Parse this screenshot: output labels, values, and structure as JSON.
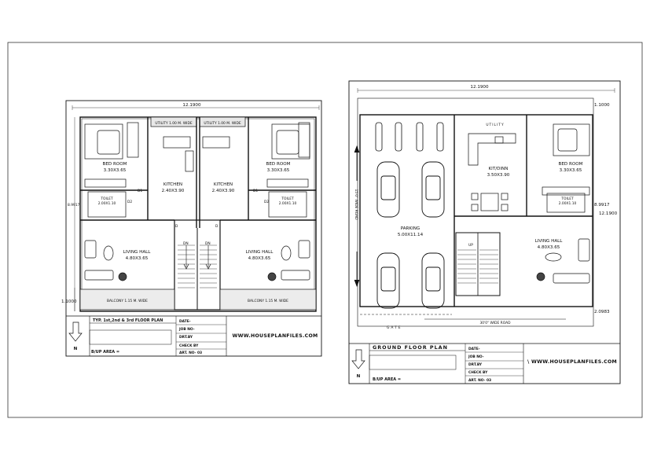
{
  "left_plan": {
    "dims": {
      "width": "12.1900",
      "height": "8.9917",
      "balcony_depth": "1.1000"
    },
    "rooms": {
      "utility_l": "UTILITY 1.00 M. WIDE",
      "utility_r": "UTILITY 1.00 M. WIDE",
      "bed_l_name": "BED ROOM",
      "bed_l_size": "3.30X3.65",
      "bed_r_name": "BED ROOM",
      "bed_r_size": "3.30X3.65",
      "kit_l_name": "KITCHEN",
      "kit_l_size": "2.40X3.90",
      "kit_r_name": "KITCHEN",
      "kit_r_size": "2.40X3.90",
      "toilet_l_name": "TOILET",
      "toilet_l_size": "2.00X1.10",
      "toilet_r_name": "TOILET",
      "toilet_r_size": "2.00X1.10",
      "living_l_name": "LIVING HALL",
      "living_l_size": "4.80X3.65",
      "living_r_name": "LIVING HALL",
      "living_r_size": "4.80X3.65",
      "balcony_l": "BALCONY 1.15 M. WIDE",
      "balcony_r": "BALCONY 1.15 M. WIDE",
      "door_d1": "D1",
      "door_d2": "D2",
      "door_d": "D",
      "dn": "DN"
    },
    "title_block": {
      "plan_title": "TYP. 1st,2nd & 3rd FLOOR PLAN",
      "date": "DATE-",
      "job_no": "JOB NO-",
      "drawn_by": "DRT.BY",
      "checked_by": "CHECK BY",
      "art_no": "ART. NO- 03",
      "area": "B/UP AREA =",
      "url": "WWW.HOUSEPLANFILES.COM",
      "north": "N"
    }
  },
  "right_plan": {
    "dims": {
      "width": "12.1900",
      "top_offset": "1.1000",
      "side_a": "8.9917",
      "side_b": "12.1900",
      "bottom_offset": "2.0983"
    },
    "rooms": {
      "utility": "UTILITY",
      "kitdin_name": "KIT/DINN",
      "kitdin_size": "3.50X3.90",
      "bed_name": "BED ROOM",
      "bed_size": "3.30X3.65",
      "toilet_name": "TOILET",
      "toilet_size": "2.00X1.10",
      "parking_name": "PARKING",
      "parking_size": "5.00X11.14",
      "living_name": "LIVING HALL",
      "living_size": "4.80X3.65",
      "gate": "GATE",
      "road_side": "15'0\" WIDE ROAD",
      "road_bottom": "30'0\" WIDE ROAD",
      "up": "UP"
    },
    "title_block": {
      "plan_title": "GROUND FLOOR PLAN",
      "date": "DATE-",
      "job_no": "JOB NO-",
      "drawn_by": "DRT.BY",
      "checked_by": "CHECK BY",
      "art_no": "ART. NO- 03",
      "area": "B/UP AREA =",
      "url": "\\ WWW.HOUSEPLANFILES.COM",
      "north": "N"
    }
  }
}
